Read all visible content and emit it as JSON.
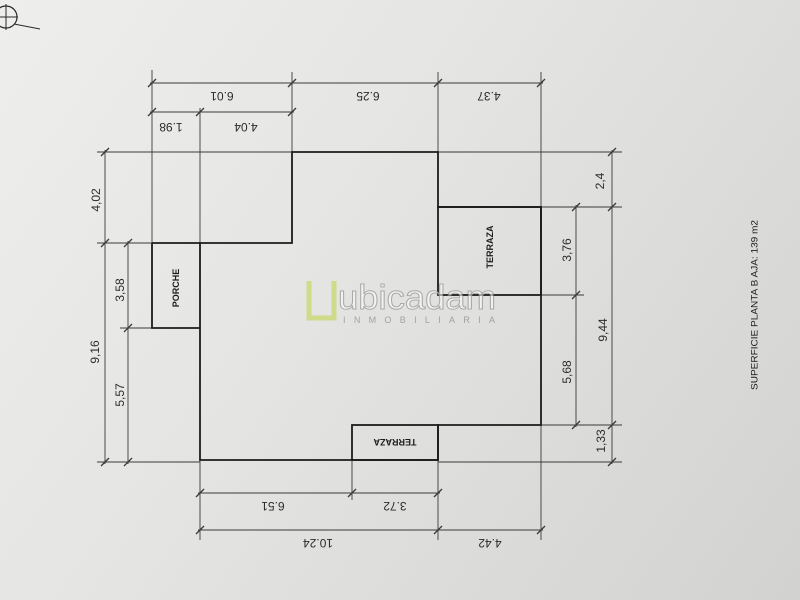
{
  "plan": {
    "dimensions": {
      "top_outer": [
        "6.01",
        "6.25",
        "4.37"
      ],
      "top_inner": [
        "1.98",
        "4.04"
      ],
      "left_outer": [
        "4,02",
        "9,16"
      ],
      "left_inner": [
        "3,58",
        "5,57"
      ],
      "right_inner": [
        "3,76",
        "5,68"
      ],
      "right_outer": [
        "2,4",
        "9,44",
        "1,33"
      ],
      "bottom_inner": [
        "6.51",
        "3.72"
      ],
      "bottom_outer": [
        "10.24",
        "4.42"
      ]
    },
    "rooms": {
      "porch": "PORCHE",
      "terrace_right": "TERRAZA",
      "terrace_bottom": "TERRAZA"
    },
    "surface_note": "SUPERFICIE PLANTA B AJA: 139 m2"
  },
  "watermark": {
    "brand": "ubicadam",
    "tagline": "INMOBILIARIA"
  },
  "icons": {
    "north_symbol": "north-arrow-icon",
    "watermark_logo": "ubicadam-logo-icon"
  },
  "colors": {
    "paper": "#e3e3e1",
    "wall_line": "#1c1c1c",
    "dimension_line": "#3a3a3a",
    "logo_green": "#c8d86a"
  }
}
